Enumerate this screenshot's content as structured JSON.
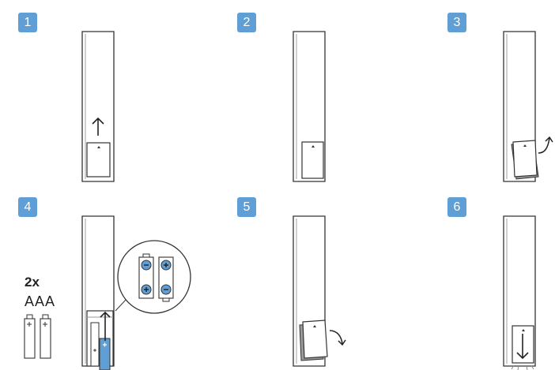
{
  "steps": [
    {
      "number": "1"
    },
    {
      "number": "2"
    },
    {
      "number": "3"
    },
    {
      "number": "4"
    },
    {
      "number": "5"
    },
    {
      "number": "6"
    }
  ],
  "battery_info": {
    "count": "2x",
    "type": "AAA",
    "positive_symbol": "+",
    "negative_symbol": "−"
  },
  "colors": {
    "badge": "#5f9fd6",
    "battery_highlight": "#5f9fd6",
    "outline": "#333333",
    "cover_shade": "#9a9a9a"
  }
}
